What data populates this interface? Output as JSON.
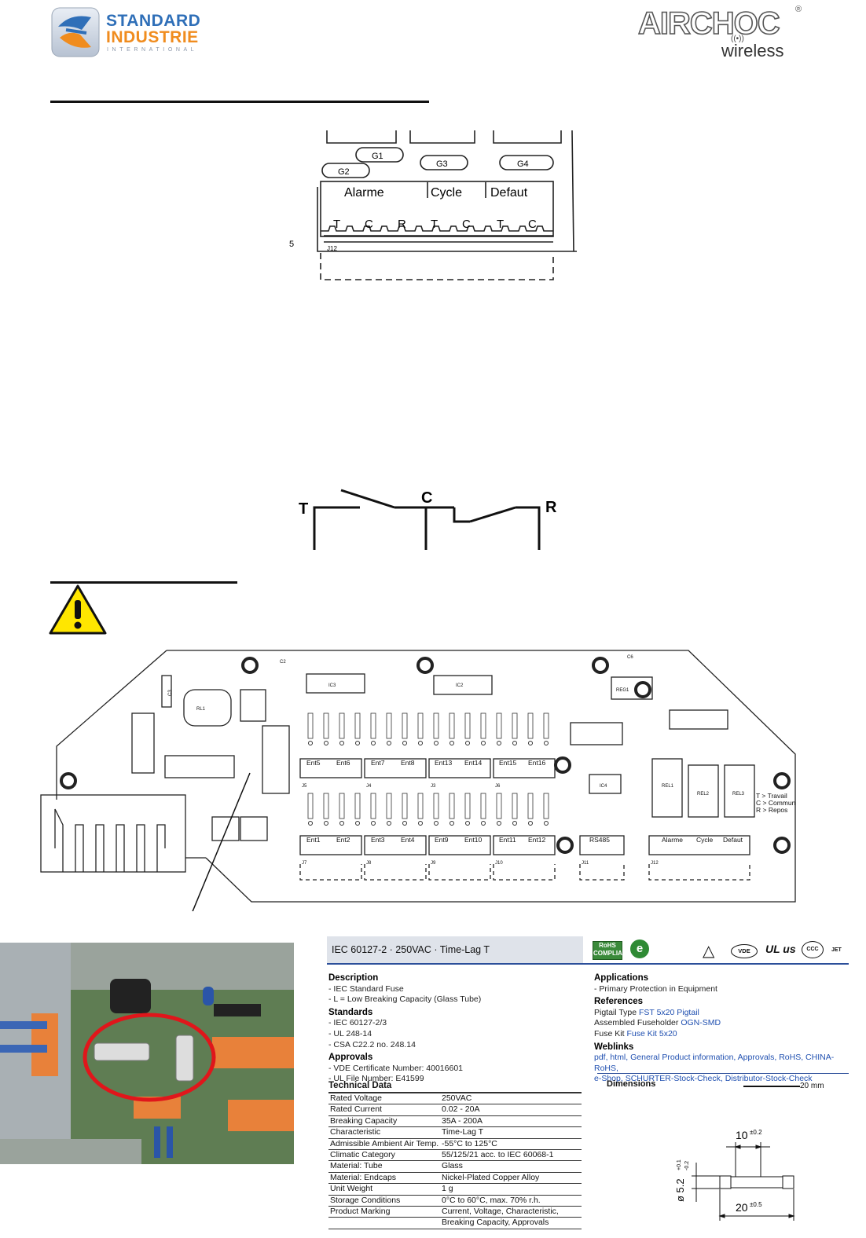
{
  "header": {
    "left_logo": {
      "line1": "STANDARD",
      "line2": "INDUSTRIE",
      "line3": "INTERNATIONAL",
      "colors": {
        "blue": "#2f6fb8",
        "orange": "#f08c1e",
        "grey": "#8a96a8"
      }
    },
    "right_logo": {
      "brand": "AIRCHOC",
      "registered": "®",
      "sub": "wireless",
      "signal": "((•))"
    }
  },
  "relay_zoom": {
    "labels": [
      "G1",
      "G2",
      "G3",
      "G4"
    ],
    "header": [
      "Alarme",
      "Cycle",
      "Defaut"
    ],
    "pins": [
      "T",
      "C",
      "R",
      "T",
      "C",
      "T",
      "C"
    ],
    "connector": "J12",
    "edge_mark": "5"
  },
  "contact_diagram": {
    "t": "T",
    "c": "C",
    "r": "R"
  },
  "warning_icon": "warning-triangle-icon",
  "pcb": {
    "components_top": [
      "C3",
      "IC3",
      "IC2",
      "REG1",
      "RL1",
      "C6",
      "C2"
    ],
    "entries_top": [
      "Ent5",
      "Ent6",
      "Ent7",
      "Ent8",
      "Ent13",
      "Ent14",
      "Ent15",
      "Ent16"
    ],
    "entries_bottom": [
      "Ent1",
      "Ent2",
      "Ent3",
      "Ent4",
      "Ent9",
      "Ent10",
      "Ent11",
      "Ent12"
    ],
    "connectors_top": [
      "J5",
      "J4",
      "J3",
      "J6"
    ],
    "connectors_bottom": [
      "J7",
      "J8",
      "J9",
      "J10",
      "J11",
      "J12"
    ],
    "rs485": "RS485",
    "relay_block": [
      "Alarme",
      "Cycle",
      "Defaut"
    ],
    "relays": [
      "REL1",
      "REL2",
      "REL3"
    ],
    "ic4": "IC4",
    "legend": [
      "T > Travail",
      "C > Commun",
      "R > Repos"
    ]
  },
  "datasheet": {
    "title": "IEC 60127-2 · 250VAC · Time-Lag T",
    "badges": [
      "RoHS COMPLIANT",
      "e",
      "VDE",
      "UL us",
      "CCC",
      "JET"
    ],
    "description_h": "Description",
    "description": [
      "- IEC Standard Fuse",
      "- L = Low Breaking Capacity (Glass Tube)"
    ],
    "standards_h": "Standards",
    "standards": [
      "- IEC 60127-2/3",
      "- UL 248-14",
      "- CSA C22.2 no. 248.14"
    ],
    "approvals_h": "Approvals",
    "approvals": [
      "- VDE Certificate Number: 40016601",
      "- UL File Number: E41599"
    ],
    "applications_h": "Applications",
    "applications": [
      "- Primary Protection in Equipment"
    ],
    "references_h": "References",
    "references": [
      {
        "label": "Pigtail Type",
        "link": "FST 5x20 Pigtail"
      },
      {
        "label": "Assembled Fuseholder",
        "link": "OGN-SMD"
      },
      {
        "label": "Fuse Kit",
        "link": "Fuse Kit 5x20"
      }
    ],
    "weblinks_h": "Weblinks",
    "weblinks": [
      "pdf, html, General Product information, Approvals, RoHS, CHINA-RoHS,",
      "e-Shop, SCHURTER-Stock-Check, Distributor-Stock-Check"
    ],
    "tech_h": "Technical Data",
    "tech": [
      [
        "Rated Voltage",
        "250VAC"
      ],
      [
        "Rated Current",
        "0.02 - 20A"
      ],
      [
        "Breaking Capacity",
        "35A - 200A"
      ],
      [
        "Characteristic",
        "Time-Lag T"
      ],
      [
        "Admissible Ambient Air Temp.",
        "-55°C to 125°C"
      ],
      [
        "Climatic Category",
        "55/125/21 acc. to IEC 60068-1"
      ],
      [
        "Material: Tube",
        "Glass"
      ],
      [
        "Material: Endcaps",
        "Nickel-Plated Copper Alloy"
      ],
      [
        "Unit Weight",
        "1 g"
      ],
      [
        "Storage Conditions",
        "0°C to 60°C, max. 70% r.h."
      ],
      [
        "Product Marking",
        "Current, Voltage, Characteristic,"
      ],
      [
        "",
        "Breaking Capacity, Approvals"
      ]
    ],
    "dimensions_h": "Dimensions",
    "scale": "20 mm",
    "dim_10": "10",
    "dim_10_tol": "±0.2",
    "dim_52": "ø 5.2",
    "dim_52_tol_plus": "+0.1",
    "dim_52_tol_minus": "-0.2",
    "dim_20": "20",
    "dim_20_tol": "±0.5"
  }
}
